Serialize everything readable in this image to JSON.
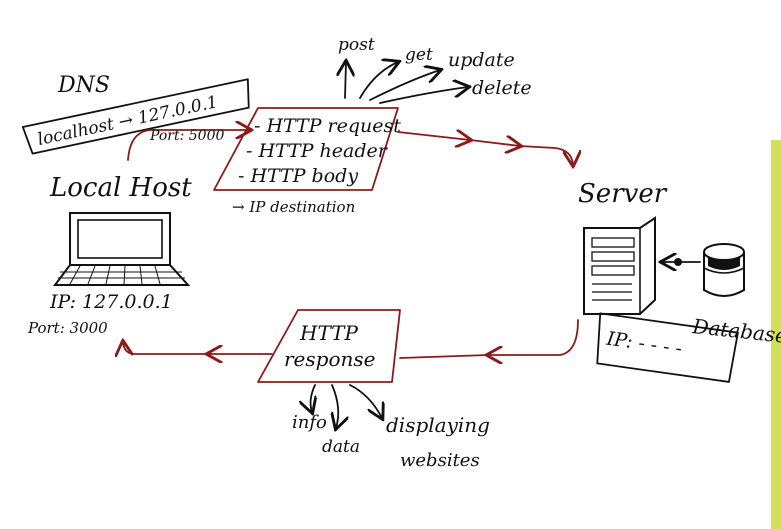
{
  "dns": {
    "title": "DNS",
    "mapping": "localhost → 127.0.0.1"
  },
  "client": {
    "title": "Local Host",
    "ip": "IP: 127.0.0.1",
    "port": "Port: 3000",
    "request_port": "Port: 5000"
  },
  "request": {
    "lines": [
      "- HTTP request",
      "- HTTP header",
      "- HTTP body"
    ],
    "note": "→ IP destination",
    "methods": [
      "post",
      "get",
      "update",
      "delete"
    ]
  },
  "server": {
    "title": "Server",
    "database": "Database",
    "ip": "IP: - - - -"
  },
  "response": {
    "title_line1": "HTTP",
    "title_line2": "response",
    "outputs": [
      "info",
      "data",
      "displaying",
      "websites"
    ]
  },
  "colors": {
    "flow": "#8b1a1a",
    "ink": "#111111",
    "edge": "#c9d64a"
  }
}
